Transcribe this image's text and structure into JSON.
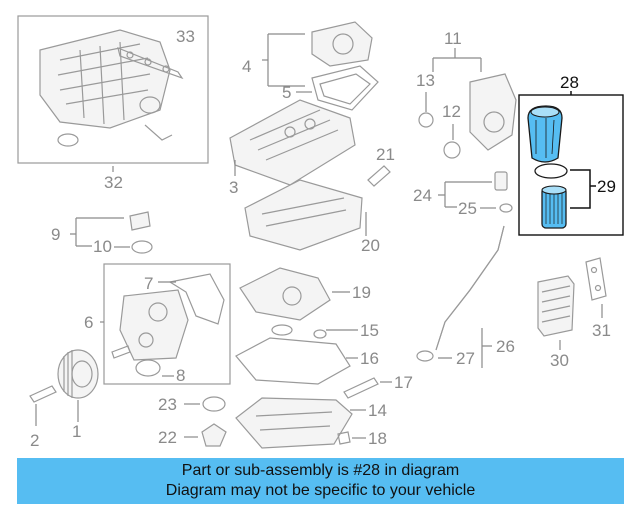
{
  "callouts": {
    "c1": "1",
    "c2": "2",
    "c3": "3",
    "c4": "4",
    "c5": "5",
    "c6": "6",
    "c7": "7",
    "c8": "8",
    "c9": "9",
    "c10": "10",
    "c11": "11",
    "c12": "12",
    "c13": "13",
    "c14": "14",
    "c15": "15",
    "c16": "16",
    "c17": "17",
    "c18": "18",
    "c19": "19",
    "c20": "20",
    "c21": "21",
    "c22": "22",
    "c23": "23",
    "c24": "24",
    "c25": "25",
    "c26": "26",
    "c27": "27",
    "c28": "28",
    "c29": "29",
    "c30": "30",
    "c31": "31",
    "c32": "32",
    "c33": "33"
  },
  "highlight": {
    "part_number": "28",
    "color": "#56bdf2"
  },
  "banner": {
    "line1": "Part or sub-assembly is #28 in diagram",
    "line2": "Diagram may not be specific to your vehicle",
    "background": "#56bdf2"
  }
}
